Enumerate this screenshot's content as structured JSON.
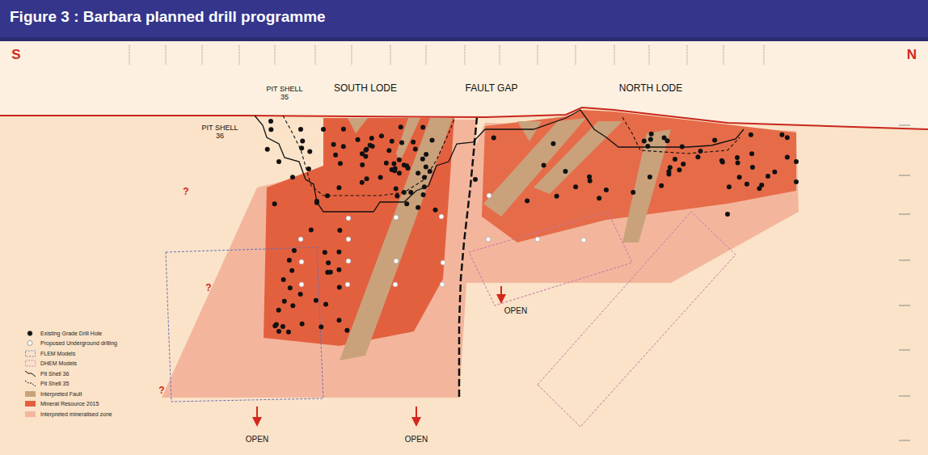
{
  "diagram": {
    "title": "Figure 3 : Barbara planned drill programme",
    "labels": [
      "S",
      "N",
      "PIT SHELL 35",
      "PIT SHELL 36",
      "SOUTH LODE",
      "FAULT GAP",
      "NORTH LODE",
      "?",
      "?",
      "?",
      "OPEN",
      "OPEN",
      "OPEN"
    ],
    "legend": [
      {
        "text": "Existing Grade Drill Hole"
      },
      {
        "text": "Proposed Underground drilling"
      },
      {
        "text": "FLEM Models"
      },
      {
        "text": "DHEM Models"
      },
      {
        "text": "Pit Shell 36"
      },
      {
        "text": "Pit Shell 35"
      },
      {
        "text": "Interpreted Fault",
        "color": "#c9a27c"
      },
      {
        "text": "Mineral Resource 2015",
        "color": "#e3603f"
      },
      {
        "text": "Interpreted mineralised zone",
        "color": "#f3b69d"
      }
    ]
  }
}
